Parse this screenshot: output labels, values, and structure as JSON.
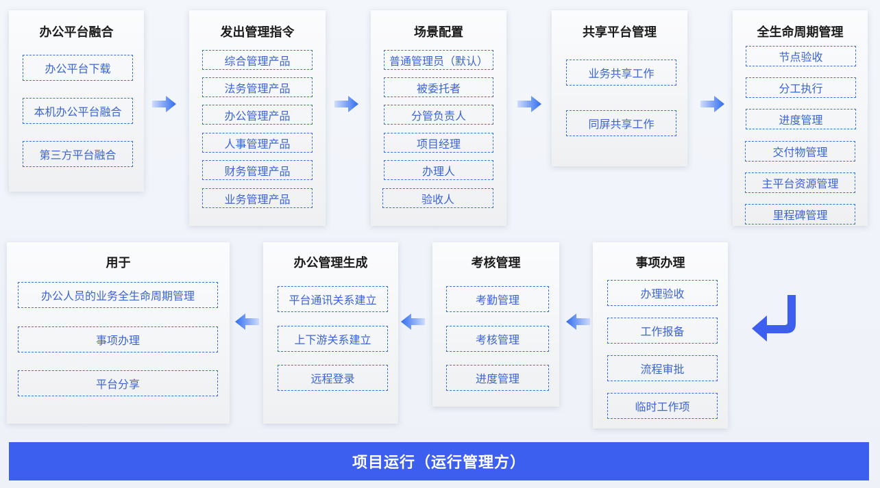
{
  "top_row": [
    {
      "title": "办公平台融合",
      "items": [
        "办公平台下载",
        "本机办公平台融合",
        "第三方平台融合"
      ]
    },
    {
      "title": "发出管理指令",
      "items": [
        "综合管理产品",
        "法务管理产品",
        "办公管理产品",
        "人事管理产品",
        "财务管理产品",
        "业务管理产品"
      ]
    },
    {
      "title": "场景配置",
      "items": [
        "普通管理员（默认）",
        "被委托者",
        "分管负责人",
        "项目经理",
        "办理人",
        "验收人"
      ]
    },
    {
      "title": "共享平台管理",
      "items": [
        "业务共享工作",
        "同屏共享工作"
      ]
    },
    {
      "title": "全生命周期管理",
      "items": [
        "节点验收",
        "分工执行",
        "进度管理",
        "交付物管理",
        "主平台资源管理",
        "里程碑管理"
      ]
    }
  ],
  "bottom_row": [
    {
      "title": "用于",
      "items": [
        "办公人员的业务全生命周期管理",
        "事项办理",
        "平台分享"
      ]
    },
    {
      "title": "办公管理生成",
      "items": [
        "平台通讯关系建立",
        "上下游关系建立",
        "远程登录"
      ]
    },
    {
      "title": "考核管理",
      "items": [
        "考勤管理",
        "考核管理",
        "进度管理"
      ]
    },
    {
      "title": "事项办理",
      "items": [
        "办理验收",
        "工作报备",
        "流程审批",
        "临时工作项"
      ]
    }
  ],
  "footer": {
    "label": "项目运行（运行管理方）"
  },
  "colors": {
    "accent": "#3d5ff0",
    "item_text": "#3b64d6",
    "item_border": "#3a6de0"
  }
}
